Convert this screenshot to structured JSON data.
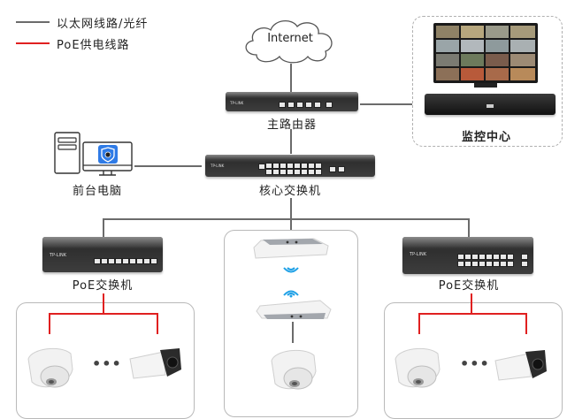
{
  "legend": {
    "items": [
      {
        "label": "以太网线路/光纤",
        "color": "#6b6b6b"
      },
      {
        "label": "PoE供电线路",
        "color": "#e02020"
      }
    ]
  },
  "nodes": {
    "internet": {
      "label": "Internet",
      "icon": "cloud-icon"
    },
    "main_router": {
      "label": "主路由器",
      "icon": "router-icon"
    },
    "monitoring_center": {
      "label": "监控中心",
      "icon": "monitor-nvr-icon"
    },
    "front_desk_pc": {
      "label": "前台电脑",
      "icon": "desktop-pc-icon"
    },
    "core_switch": {
      "label": "核心交换机",
      "icon": "switch-icon"
    },
    "poe_switch_left": {
      "label": "PoE交换机",
      "icon": "poe-switch-icon"
    },
    "poe_switch_right": {
      "label": "PoE交换机",
      "icon": "poe-switch-icon"
    },
    "wireless_bridge": {
      "label": "",
      "icon": "wireless-ap-icon"
    },
    "camera_ellipsis": "•••"
  },
  "colors": {
    "ethernet_line": "#6b6b6b",
    "poe_line": "#e02020",
    "security_app": "#2f7be6"
  }
}
